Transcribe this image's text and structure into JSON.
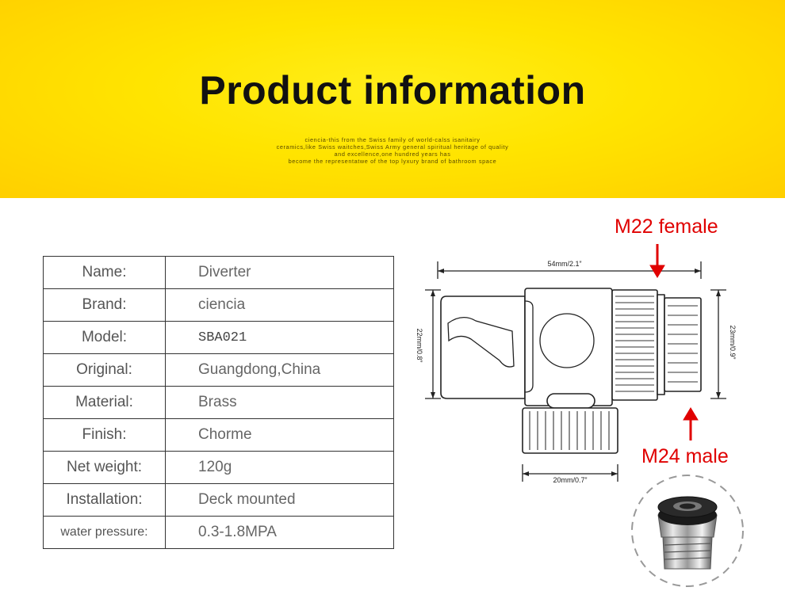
{
  "header": {
    "title": "Product information",
    "tagline": [
      "ciencia-this from the Swiss family of world-calss isanitairy",
      "ceramics,like Swiss waitches,Swiss Army general spiritual heritage of quality",
      "and excellence,one hundred years has",
      "become the representatwe of the top lyxury brand of bathroom space"
    ],
    "background_color": "#ffe400"
  },
  "specs": [
    {
      "label": "Name:",
      "value": "Diverter"
    },
    {
      "label": "Brand:",
      "value": "ciencia"
    },
    {
      "label": "Model:",
      "value": "SBA021"
    },
    {
      "label": "Original:",
      "value": "Guangdong,China"
    },
    {
      "label": "Material:",
      "value": "Brass"
    },
    {
      "label": "Finish:",
      "value": "Chorme"
    },
    {
      "label": "Net weight:",
      "value": "120g"
    },
    {
      "label": "Installation:",
      "value": "Deck mounted"
    },
    {
      "label": "water pressure:",
      "value": "0.3-1.8MPA"
    }
  ],
  "diagram": {
    "callout_top": "M22 female",
    "callout_bottom": "M24 male",
    "dim_width": "54mm/2.1”",
    "dim_left_height": "22mm/0.8”",
    "dim_right_height": "23mm/0.9”",
    "dim_bottom": "20mm/0.7”",
    "accent_color": "#e00000"
  }
}
